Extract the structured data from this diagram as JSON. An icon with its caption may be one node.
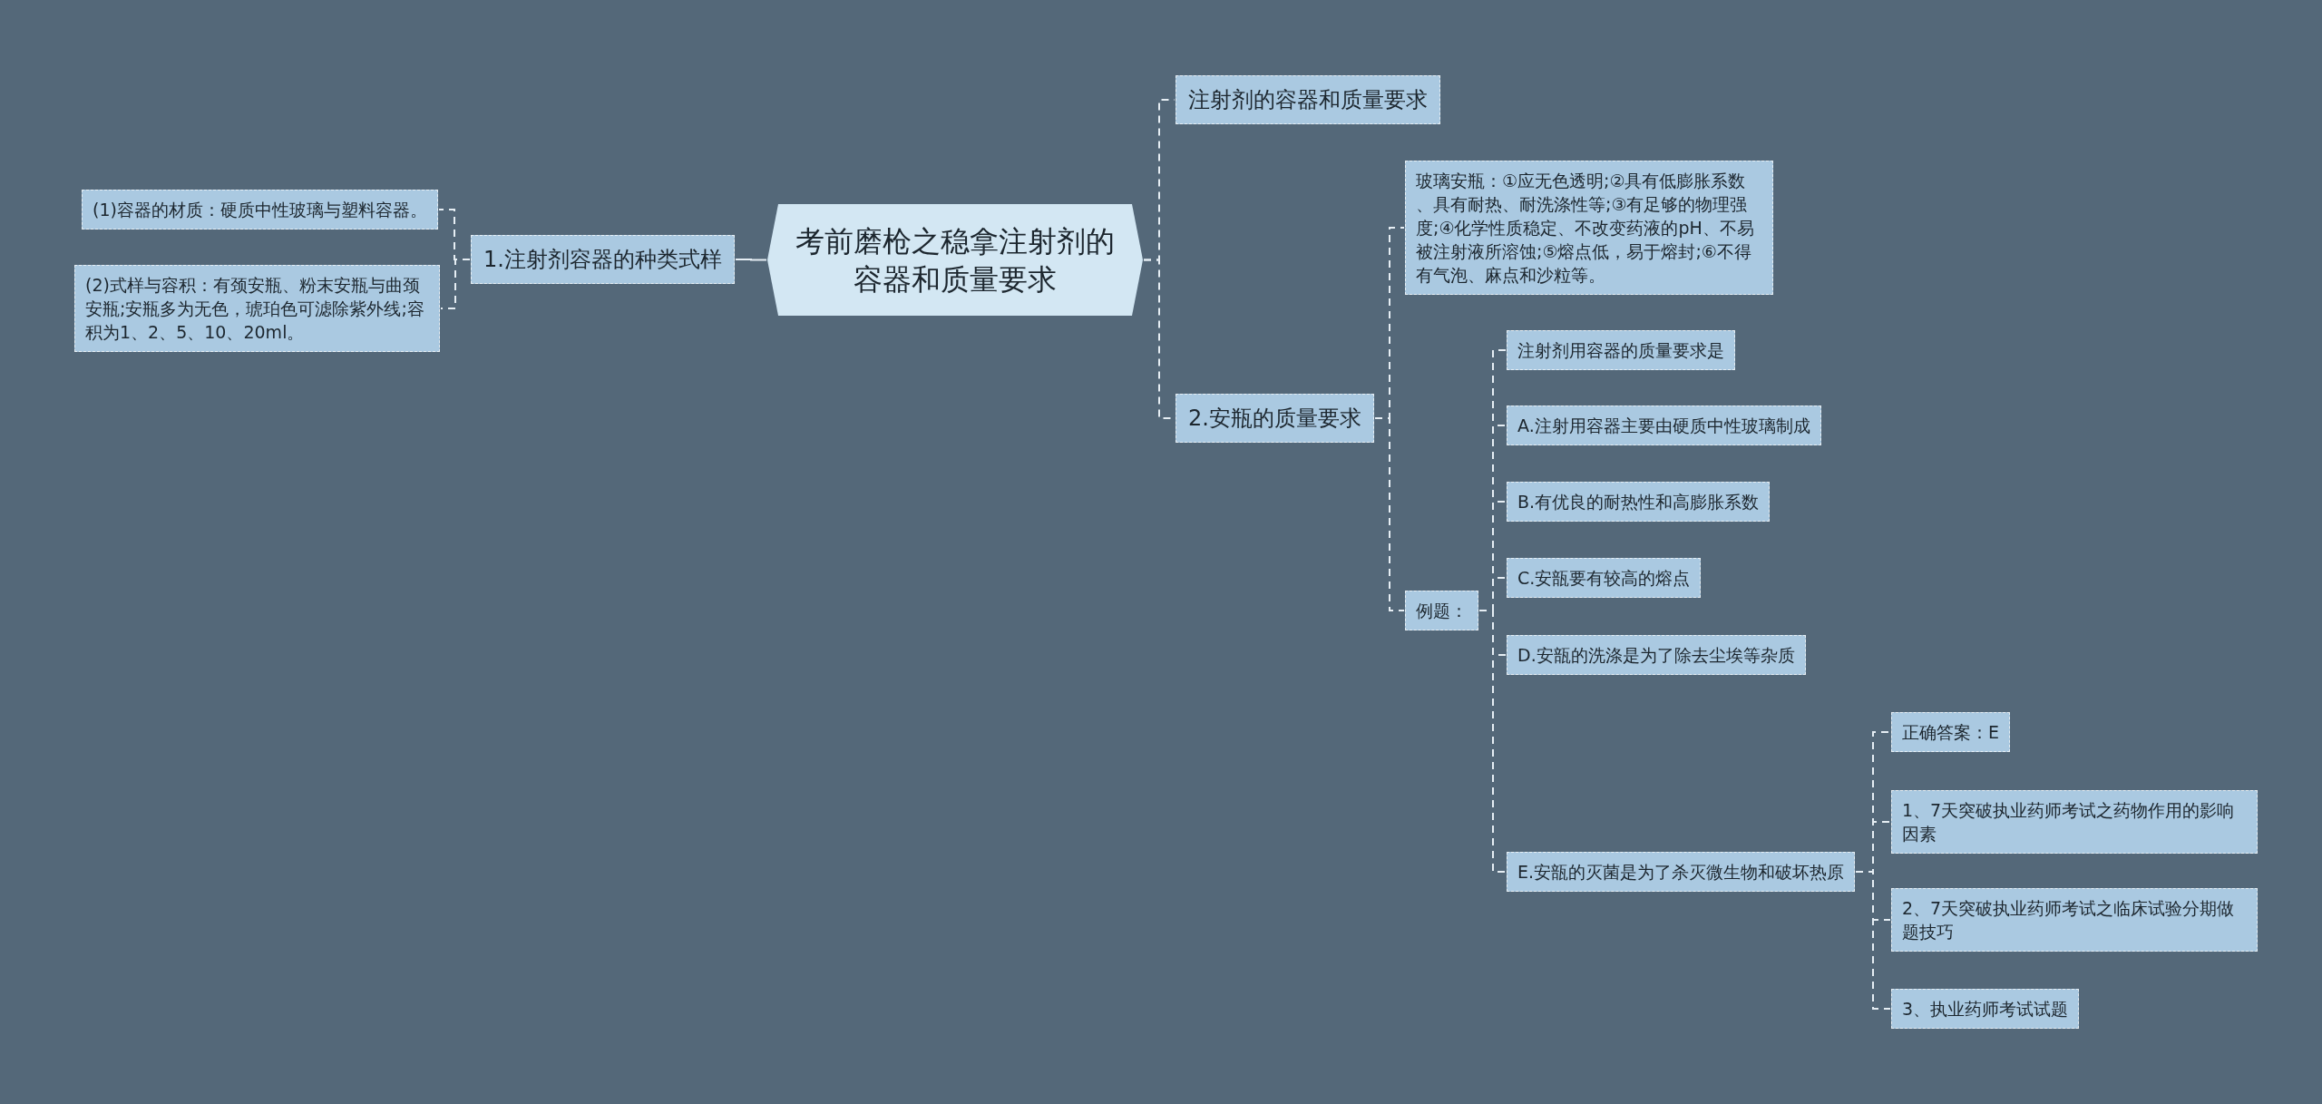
{
  "diagram": {
    "nodes": [
      {
        "text": [
          "考前磨枪之稳拿注射剂的容器和质量要求"
        ]
      },
      {
        "text": [
          "1.注射剂容器的种类式样"
        ]
      },
      {
        "text": [
          "(1)容器的材质：硬质中性玻璃与塑料容器。"
        ]
      },
      {
        "text": [
          "(2)式样与容积：有颈安瓶、粉末安瓶与曲颈安瓶;安瓶多为无色，琥珀色可滤除紫外线;容积为1、2、5、10、20ml。"
        ]
      },
      {
        "text": [
          "注射剂的容器和质量要求"
        ]
      },
      {
        "text": [
          "2.安瓶的质量要求"
        ]
      },
      {
        "text": [
          "玻璃安瓶：①应无色透明;②具有低膨胀系数、具有耐热、耐洗涤性等;③有足够的物理强度;④化学性质稳定、不改变药液的pH、不易被注射液所溶蚀;⑤熔点低，易于熔封;⑥不得有气泡、麻点和沙粒等。"
        ]
      },
      {
        "text": [
          "例题："
        ]
      },
      {
        "text": [
          "注射剂用容器的质量要求是"
        ]
      },
      {
        "text": [
          "A.注射用容器主要由硬质中性玻璃制成"
        ]
      },
      {
        "text": [
          "B.有优良的耐热性和高膨胀系数"
        ]
      },
      {
        "text": [
          "C.安瓿要有较高的熔点"
        ]
      },
      {
        "text": [
          "D.安瓿的洗涤是为了除去尘埃等杂质"
        ]
      },
      {
        "text": [
          "E.安瓿的灭菌是为了杀灭微生物和破坏热原"
        ]
      },
      {
        "text": [
          "正确答案：E"
        ]
      },
      {
        "text": [
          "1、7天突破执业药师考试之药物作用的影响因素"
        ]
      },
      {
        "text": [
          "2、7天突破执业药师考试之临床试验分期做题技巧"
        ]
      },
      {
        "text": [
          "3、执业药师考试试题"
        ]
      }
    ],
    "edges": [
      {
        "from": 0,
        "to": 1,
        "arrow": "none"
      },
      {
        "from": 1,
        "to": 2,
        "arrow": "none",
        "style": "dashed"
      },
      {
        "from": 1,
        "to": 3,
        "arrow": "none",
        "style": "dashed"
      },
      {
        "from": 0,
        "to": 4,
        "arrow": "none",
        "style": "dashed"
      },
      {
        "from": 0,
        "to": 5,
        "arrow": "none",
        "style": "dashed"
      },
      {
        "from": 5,
        "to": 6,
        "arrow": "none",
        "style": "dashed"
      },
      {
        "from": 5,
        "to": 7,
        "arrow": "none",
        "style": "dashed"
      },
      {
        "from": 7,
        "to": 8,
        "arrow": "none",
        "style": "dashed"
      },
      {
        "from": 7,
        "to": 9,
        "arrow": "none",
        "style": "dashed"
      },
      {
        "from": 7,
        "to": 10,
        "arrow": "none",
        "style": "dashed"
      },
      {
        "from": 7,
        "to": 11,
        "arrow": "none",
        "style": "dashed"
      },
      {
        "from": 7,
        "to": 12,
        "arrow": "none",
        "style": "dashed"
      },
      {
        "from": 7,
        "to": 13,
        "arrow": "none",
        "style": "dashed"
      },
      {
        "from": 13,
        "to": 14,
        "arrow": "none",
        "style": "dashed"
      },
      {
        "from": 13,
        "to": 15,
        "arrow": "none",
        "style": "dashed"
      },
      {
        "from": 13,
        "to": 16,
        "arrow": "none",
        "style": "dashed"
      },
      {
        "from": 13,
        "to": 17,
        "arrow": "none",
        "style": "dashed"
      }
    ]
  }
}
